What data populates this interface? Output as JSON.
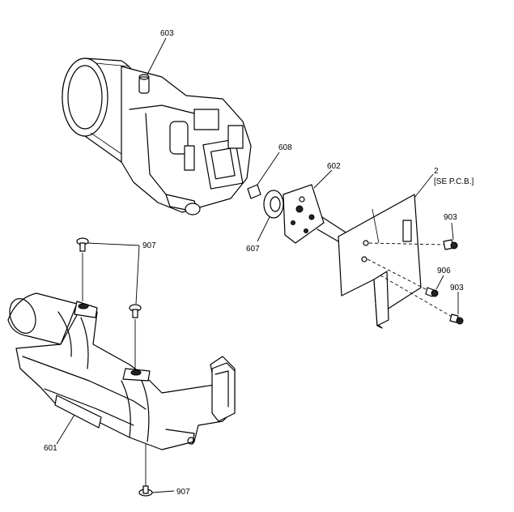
{
  "labels": {
    "p603": "603",
    "p608": "608",
    "p602": "602",
    "p2": "2",
    "see_pcb": "[SE P.C.B.]",
    "p903a": "903",
    "p906": "906",
    "p903b": "903",
    "p607": "607",
    "p907a": "907",
    "p601": "601",
    "p907b": "907"
  }
}
